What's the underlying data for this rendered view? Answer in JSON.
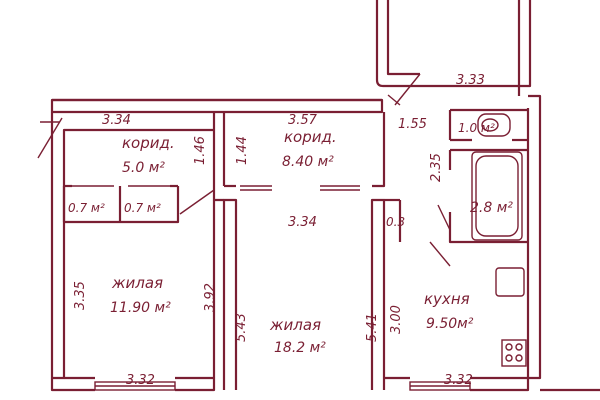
{
  "colors": {
    "wall": "#7a1f33",
    "wall_fill": "#ffffff",
    "text": "#7a1f33"
  },
  "rooms": {
    "corridor_left": {
      "name": "корид.",
      "area": "5.0 м²",
      "width": "3.34",
      "height": "1.46"
    },
    "corridor_mid": {
      "name": "корид.",
      "area": "8.40 м²",
      "width": "3.57",
      "height": "1.44"
    },
    "closet_1": {
      "area": "0.7 м²"
    },
    "closet_2": {
      "area": "0.7 м²"
    },
    "living_left": {
      "name": "жилая",
      "area": "11.90 м²",
      "height_left": "3.35",
      "height_right": "3.92",
      "width": "3.32"
    },
    "living_mid": {
      "name": "жилая",
      "area": "18.2  м²",
      "height_left": "5.43",
      "height_right": "5.41",
      "width": "3.34"
    },
    "kitchen": {
      "name": "кухня",
      "area": "9.50м²",
      "height": "3.00",
      "width": "3.32",
      "door_gap": "0.3"
    },
    "wc": {
      "area": "1.0 м²"
    },
    "bath": {
      "area": "2.8  м²",
      "height": "2.35"
    },
    "hall_right": {
      "width": "3.33",
      "depth": "1.55"
    }
  }
}
